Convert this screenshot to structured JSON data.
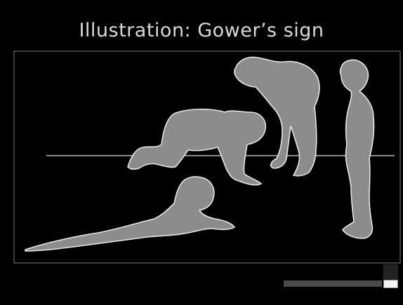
{
  "slide": {
    "title": "Illustration: Gower’s sign"
  },
  "illustration": {
    "figures": [
      "child-lying-prone",
      "child-on-hands-and-knees",
      "child-climbing-up-legs",
      "child-standing"
    ]
  },
  "player": {
    "progress_fraction": 0.97
  },
  "colors": {
    "background": "#000000",
    "figure_fill": "#8c8c8c",
    "figure_outline": "#e6e6e6",
    "frame": "#7a7a7a",
    "title": "#d8d8d8"
  }
}
